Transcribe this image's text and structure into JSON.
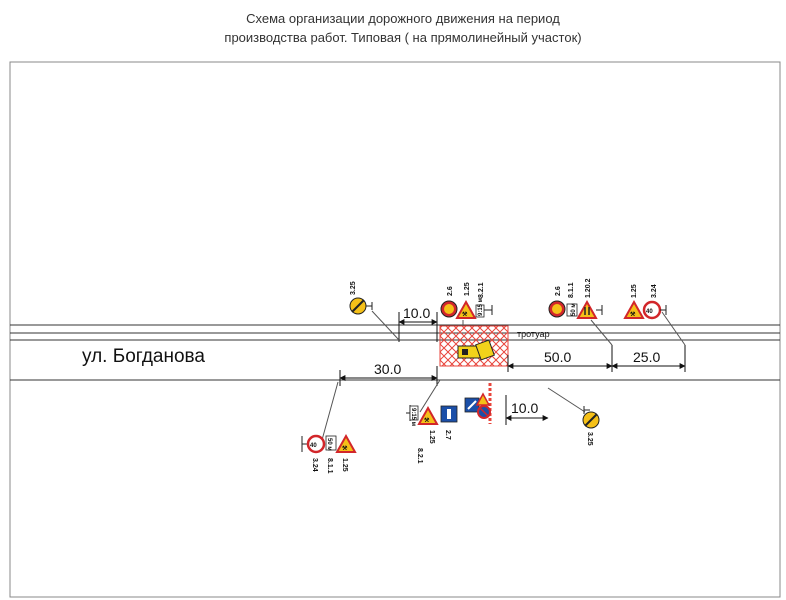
{
  "title": {
    "line1": "Схема организации дорожного движения на период",
    "line2": "производства работ. Типовая ( на прямолинейный участок)"
  },
  "street_name": "ул. Богданова",
  "sidewalk_label": "тротуар",
  "dimensions": {
    "upper_left": "10.0",
    "upper_mid": "50.0",
    "upper_right": "25.0",
    "lower_left": "30.0",
    "lower_right": "10.0"
  },
  "sign_codes": {
    "s3_25_top": "3.25",
    "s1_25_top": "1.25",
    "s8_2_1_top": "8.2.1",
    "s2_6_top": "2.6",
    "s8_1_1_top": "8.1.1",
    "s1_20_2_top": "1.20.2",
    "s1_25_top_right": "1.25",
    "s3_24_top_right": "3.24",
    "s8_2_1_bottom": "8.2.1",
    "s1_25_bottom": "1.25",
    "s2_7_bottom": "2.7",
    "s3_25_bottom": "3.25",
    "s3_24_bottom_left": "3.24",
    "s8_1_1_bottom_left": "8.1.1",
    "s1_25_bottom_left": "1.25"
  },
  "plates": {
    "distance": "50 м",
    "time": "9:15 м"
  },
  "speed_limit": "40",
  "colors": {
    "work_zone_red": "#e8453c",
    "machine_yellow": "#f2d21b",
    "sign_red": "#d2262a",
    "sign_yellow": "#f5c018",
    "info_blue": "#1b4fa8"
  }
}
